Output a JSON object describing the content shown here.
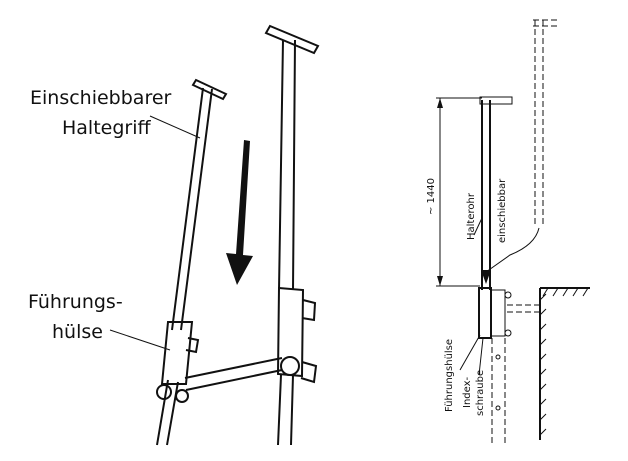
{
  "left_figure": {
    "label_handle_line1": "Einschiebbarer",
    "label_handle_line2": "Haltegriff",
    "label_sleeve_line1": "Führungs-",
    "label_sleeve_line2": "hülse"
  },
  "right_figure": {
    "dimension": "~ 1440",
    "label_tube": "Halterohr",
    "label_insertable": "einschiebbar",
    "label_sleeve": "Führungshülse",
    "label_screw_line1": "Index-",
    "label_screw_line2": "schraube"
  }
}
